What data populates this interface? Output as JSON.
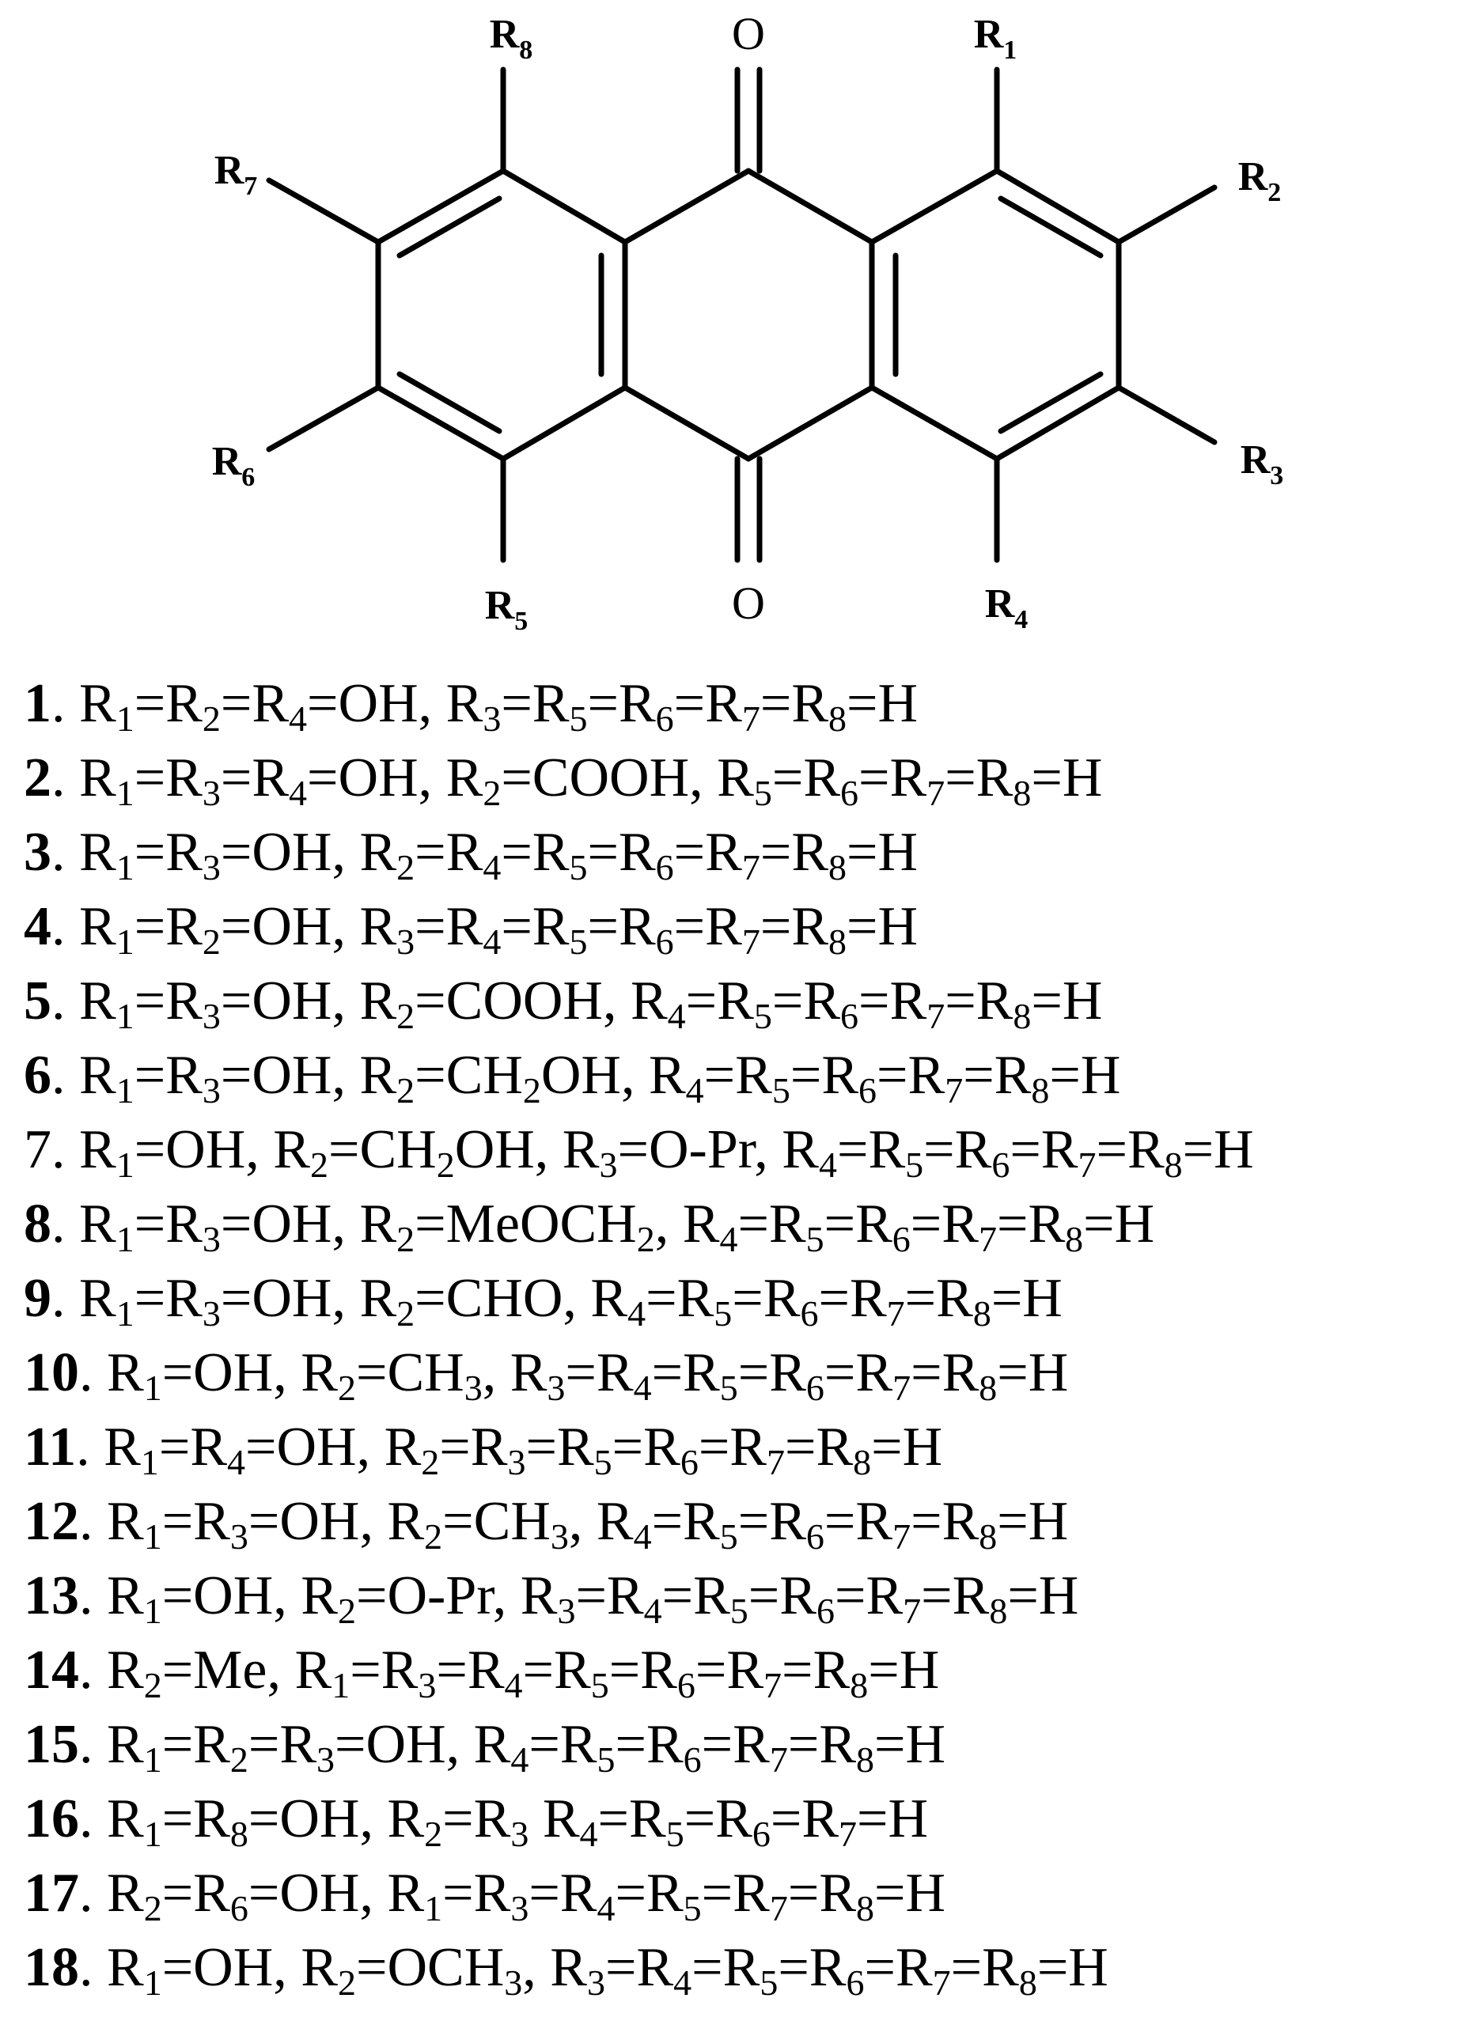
{
  "structure": {
    "oxygen_top": "O",
    "oxygen_bottom": "O",
    "substituents": [
      {
        "label": "R",
        "index": "1",
        "pos": "R1"
      },
      {
        "label": "R",
        "index": "2",
        "pos": "R2"
      },
      {
        "label": "R",
        "index": "3",
        "pos": "R3"
      },
      {
        "label": "R",
        "index": "4",
        "pos": "R4"
      },
      {
        "label": "R",
        "index": "5",
        "pos": "R5"
      },
      {
        "label": "R",
        "index": "6",
        "pos": "R6"
      },
      {
        "label": "R",
        "index": "7",
        "pos": "R7"
      },
      {
        "label": "R",
        "index": "8",
        "pos": "R8"
      }
    ]
  },
  "compounds": [
    {
      "number": "1",
      "text": "R_{1}=R_{2}=R_{4}=OH, R_{3}=R_{5}=R_{6}=R_{7}=R_{8}=H"
    },
    {
      "number": "2",
      "text": "R_{1}=R_{3}=R_{4}=OH, R_{2}=COOH, R_{5}=R_{6}=R_{7}=R_{8}=H"
    },
    {
      "number": "3",
      "text": "R_{1}=R_{3}=OH, R_{2}=R_{4}=R_{5}=R_{6}=R_{7}=R_{8}=H"
    },
    {
      "number": "4",
      "text": "R_{1}=R_{2}=OH, R_{3}=R_{4}=R_{5}=R_{6}=R_{7}=R_{8}=H"
    },
    {
      "number": "5",
      "text": "R_{1}=R_{3}=OH, R_{2}=COOH, R_{4}=R_{5}=R_{6}=R_{7}=R_{8}=H"
    },
    {
      "number": "6",
      "text": "R_{1}=R_{3}=OH, R_{2}=CH_{2}OH, R_{4}=R_{5}=R_{6}=R_{7}=R_{8}=H"
    },
    {
      "number": "7",
      "text": "R_{1}=OH, R_{2}=CH_{2}OH, R_{3}=O-Pr, R_{4}=R_{5}=R_{6}=R_{7}=R_{8}=H",
      "plain_number": true
    },
    {
      "number": "8",
      "text": "R_{1}=R_{3}=OH, R_{2}=MeOCH_{2}, R_{4}=R_{5}=R_{6}=R_{7}=R_{8}=H"
    },
    {
      "number": "9",
      "text": "R_{1}=R_{3}=OH, R_{2}=CHO, R_{4}=R_{5}=R_{6}=R_{7}=R_{8}=H"
    },
    {
      "number": "10",
      "text": "R_{1}=OH, R_{2}=CH_{3}, R_{3}=R_{4}=R_{5}=R_{6}=R_{7}=R_{8}=H"
    },
    {
      "number": "11",
      "text": "R_{1}=R_{4}=OH, R_{2}=R_{3}=R_{5}=R_{6}=R_{7}=R_{8}=H"
    },
    {
      "number": "12",
      "text": "R_{1}=R_{3}=OH, R_{2}=CH_{3}, R_{4}=R_{5}=R_{6}=R_{7}=R_{8}=H"
    },
    {
      "number": "13",
      "text": "R_{1}=OH, R_{2}=O-Pr, R_{3}=R_{4}=R_{5}=R_{6}=R_{7}=R_{8}=H"
    },
    {
      "number": "14",
      "text": "R_{2}=Me, R_{1}=R_{3}=R_{4}=R_{5}=R_{6}=R_{7}=R_{8}=H"
    },
    {
      "number": "15",
      "text": "R_{1}=R_{2}=R_{3}=OH, R_{4}=R_{5}=R_{6}=R_{7}=R_{8}=H"
    },
    {
      "number": "16",
      "text": "R_{1}=R_{8}=OH, R_{2}=R_{3} R_{4}=R_{5}=R_{6}=R_{7}=H"
    },
    {
      "number": "17",
      "text": "R_{2}=R_{6}=OH, R_{1}=R_{3}=R_{4}=R_{5}=R_{7}=R_{8}=H"
    },
    {
      "number": "18",
      "text": "R_{1}=OH, R_{2}=OCH_{3}, R_{3}=R_{4}=R_{5}=R_{6}=R_{7}=R_{8}=H"
    }
  ]
}
